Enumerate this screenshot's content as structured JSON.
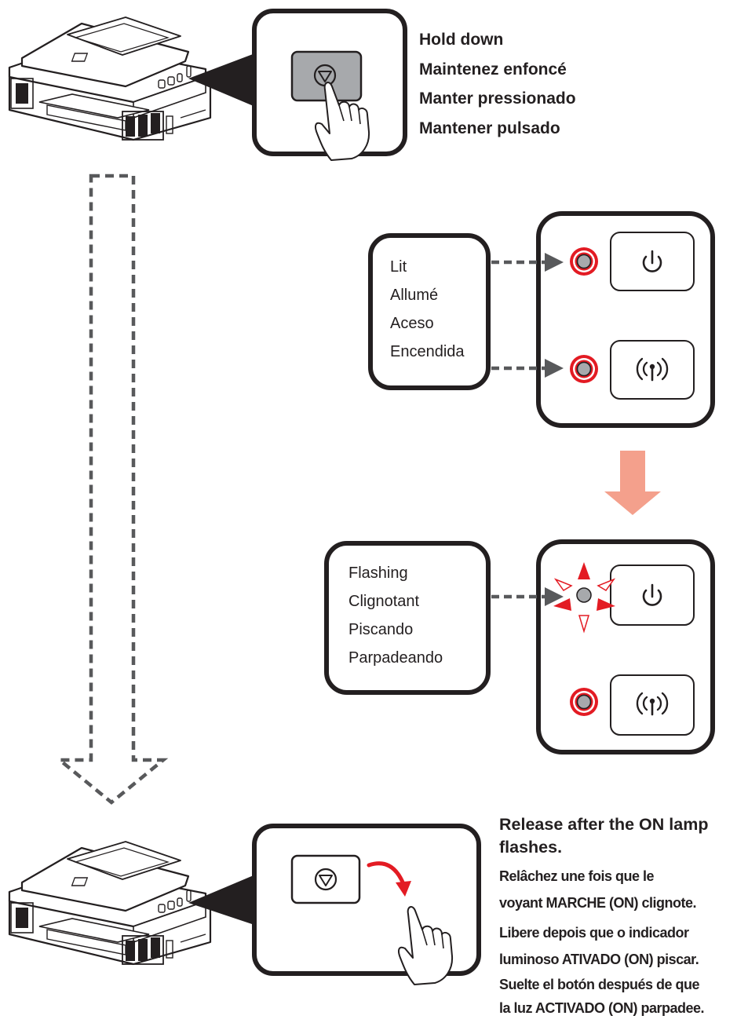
{
  "step1": {
    "lines": [
      "Hold down",
      "Maintenez enfoncé",
      "Manter pressionado",
      "Mantener pulsado"
    ]
  },
  "lit_callout": {
    "lines": [
      "Lit",
      "Allumé",
      "Aceso",
      "Encendida"
    ]
  },
  "flash_callout": {
    "lines": [
      "Flashing",
      "Clignotant",
      "Piscando",
      "Parpadeando"
    ]
  },
  "release": {
    "title": "Release after the ON lamp flashes.",
    "lines": [
      "Relâchez une fois que le",
      "voyant MARCHE (ON) clignote.",
      "Libere depois que o indicador",
      "luminoso ATIVADO (ON) piscar.",
      "Suelte el botón después de que",
      "la luz ACTIVADO (ON) parpadee."
    ]
  },
  "icons": [
    "printer-icon",
    "stop-icon",
    "hand-icon",
    "power-icon",
    "wifi-icon",
    "lamp-icon",
    "arrow-icon"
  ],
  "colors": {
    "lamp_red": "#e31b23",
    "lamp_gray": "#a7a9ac",
    "transition_arrow": "#f4a08c",
    "button_gray": "#a7a9ac",
    "release_arrow": "#e31b23"
  }
}
